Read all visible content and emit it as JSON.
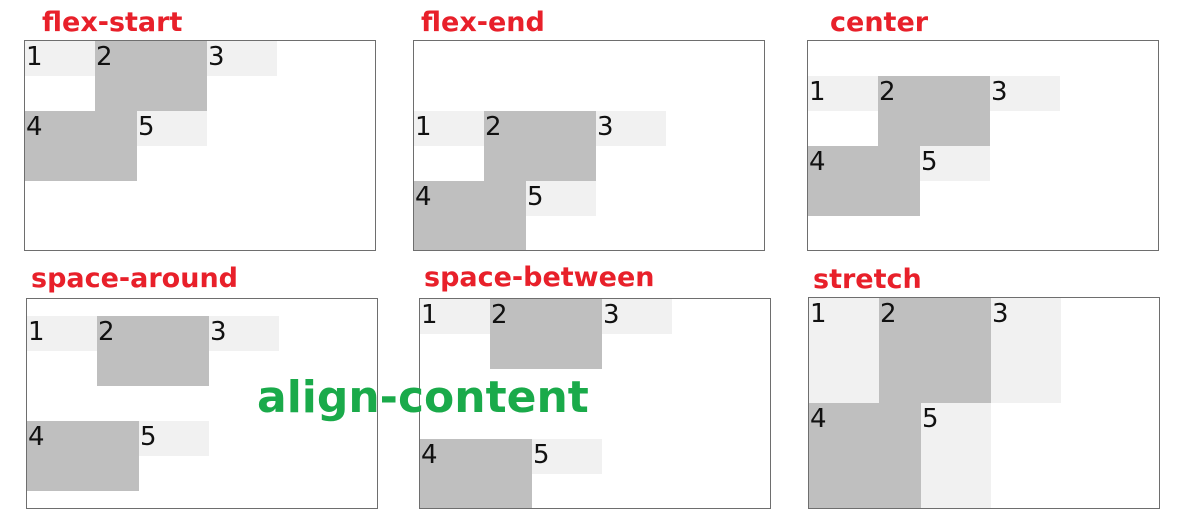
{
  "colors": {
    "title": "#e8202a",
    "heading": "#1aaa4a",
    "item_light": "#f1f1f1",
    "item_dark": "#bfbfbf"
  },
  "heading": "align-content",
  "panels": [
    {
      "title": "flex-start",
      "items": [
        "1",
        "2",
        "3",
        "4",
        "5"
      ]
    },
    {
      "title": "flex-end",
      "items": [
        "1",
        "2",
        "3",
        "4",
        "5"
      ]
    },
    {
      "title": "center",
      "items": [
        "1",
        "2",
        "3",
        "4",
        "5"
      ]
    },
    {
      "title": "space-around",
      "items": [
        "1",
        "2",
        "3",
        "4",
        "5"
      ]
    },
    {
      "title": "space-between",
      "items": [
        "1",
        "2",
        "3",
        "4",
        "5"
      ]
    },
    {
      "title": "stretch",
      "items": [
        "1",
        "2",
        "3",
        "4",
        "5"
      ]
    }
  ]
}
